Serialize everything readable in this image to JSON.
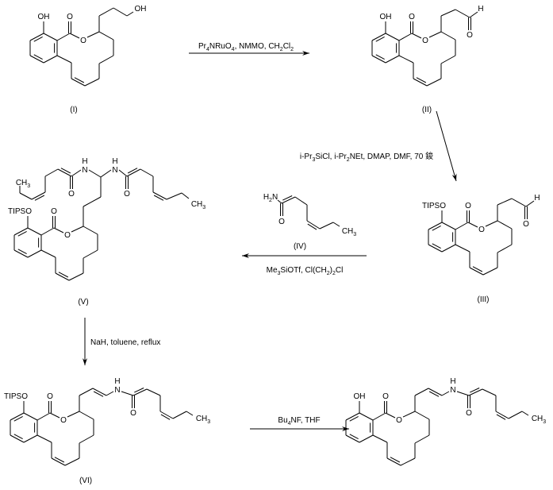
{
  "compounds": {
    "c1": {
      "label": "(I)"
    },
    "c2": {
      "label": "(II)"
    },
    "c3": {
      "label": "(III)"
    },
    "c4": {
      "label": "(IV)"
    },
    "c5": {
      "label": "(V)"
    },
    "c6": {
      "label": "(VI)"
    },
    "c7": {
      "label": ""
    }
  },
  "atoms": {
    "oh": [
      "OH"
    ],
    "o": [
      "O"
    ],
    "tipso": [
      "TIPSO"
    ],
    "n": [
      "N"
    ],
    "h": [
      "H"
    ],
    "ch3": [
      "CH",
      "3"
    ],
    "h2n": [
      "H",
      "2",
      "N"
    ]
  },
  "reagents": {
    "step1": [
      "Pr",
      "4",
      "NRuO",
      "4",
      ", NMMO, CH",
      "2",
      "Cl",
      "2"
    ],
    "step2": [
      "i-Pr",
      "3",
      "SiCl, i-Pr",
      "2",
      "NEt, DMAP, DMF, 70 鋑"
    ],
    "step3": [
      "Me",
      "3",
      "SiOTf, Cl(CH",
      "2",
      ")",
      "2",
      "Cl"
    ],
    "step4": [
      "NaH, toluene, reflux"
    ],
    "step5": [
      "Bu",
      "4",
      "NF, THF"
    ]
  }
}
